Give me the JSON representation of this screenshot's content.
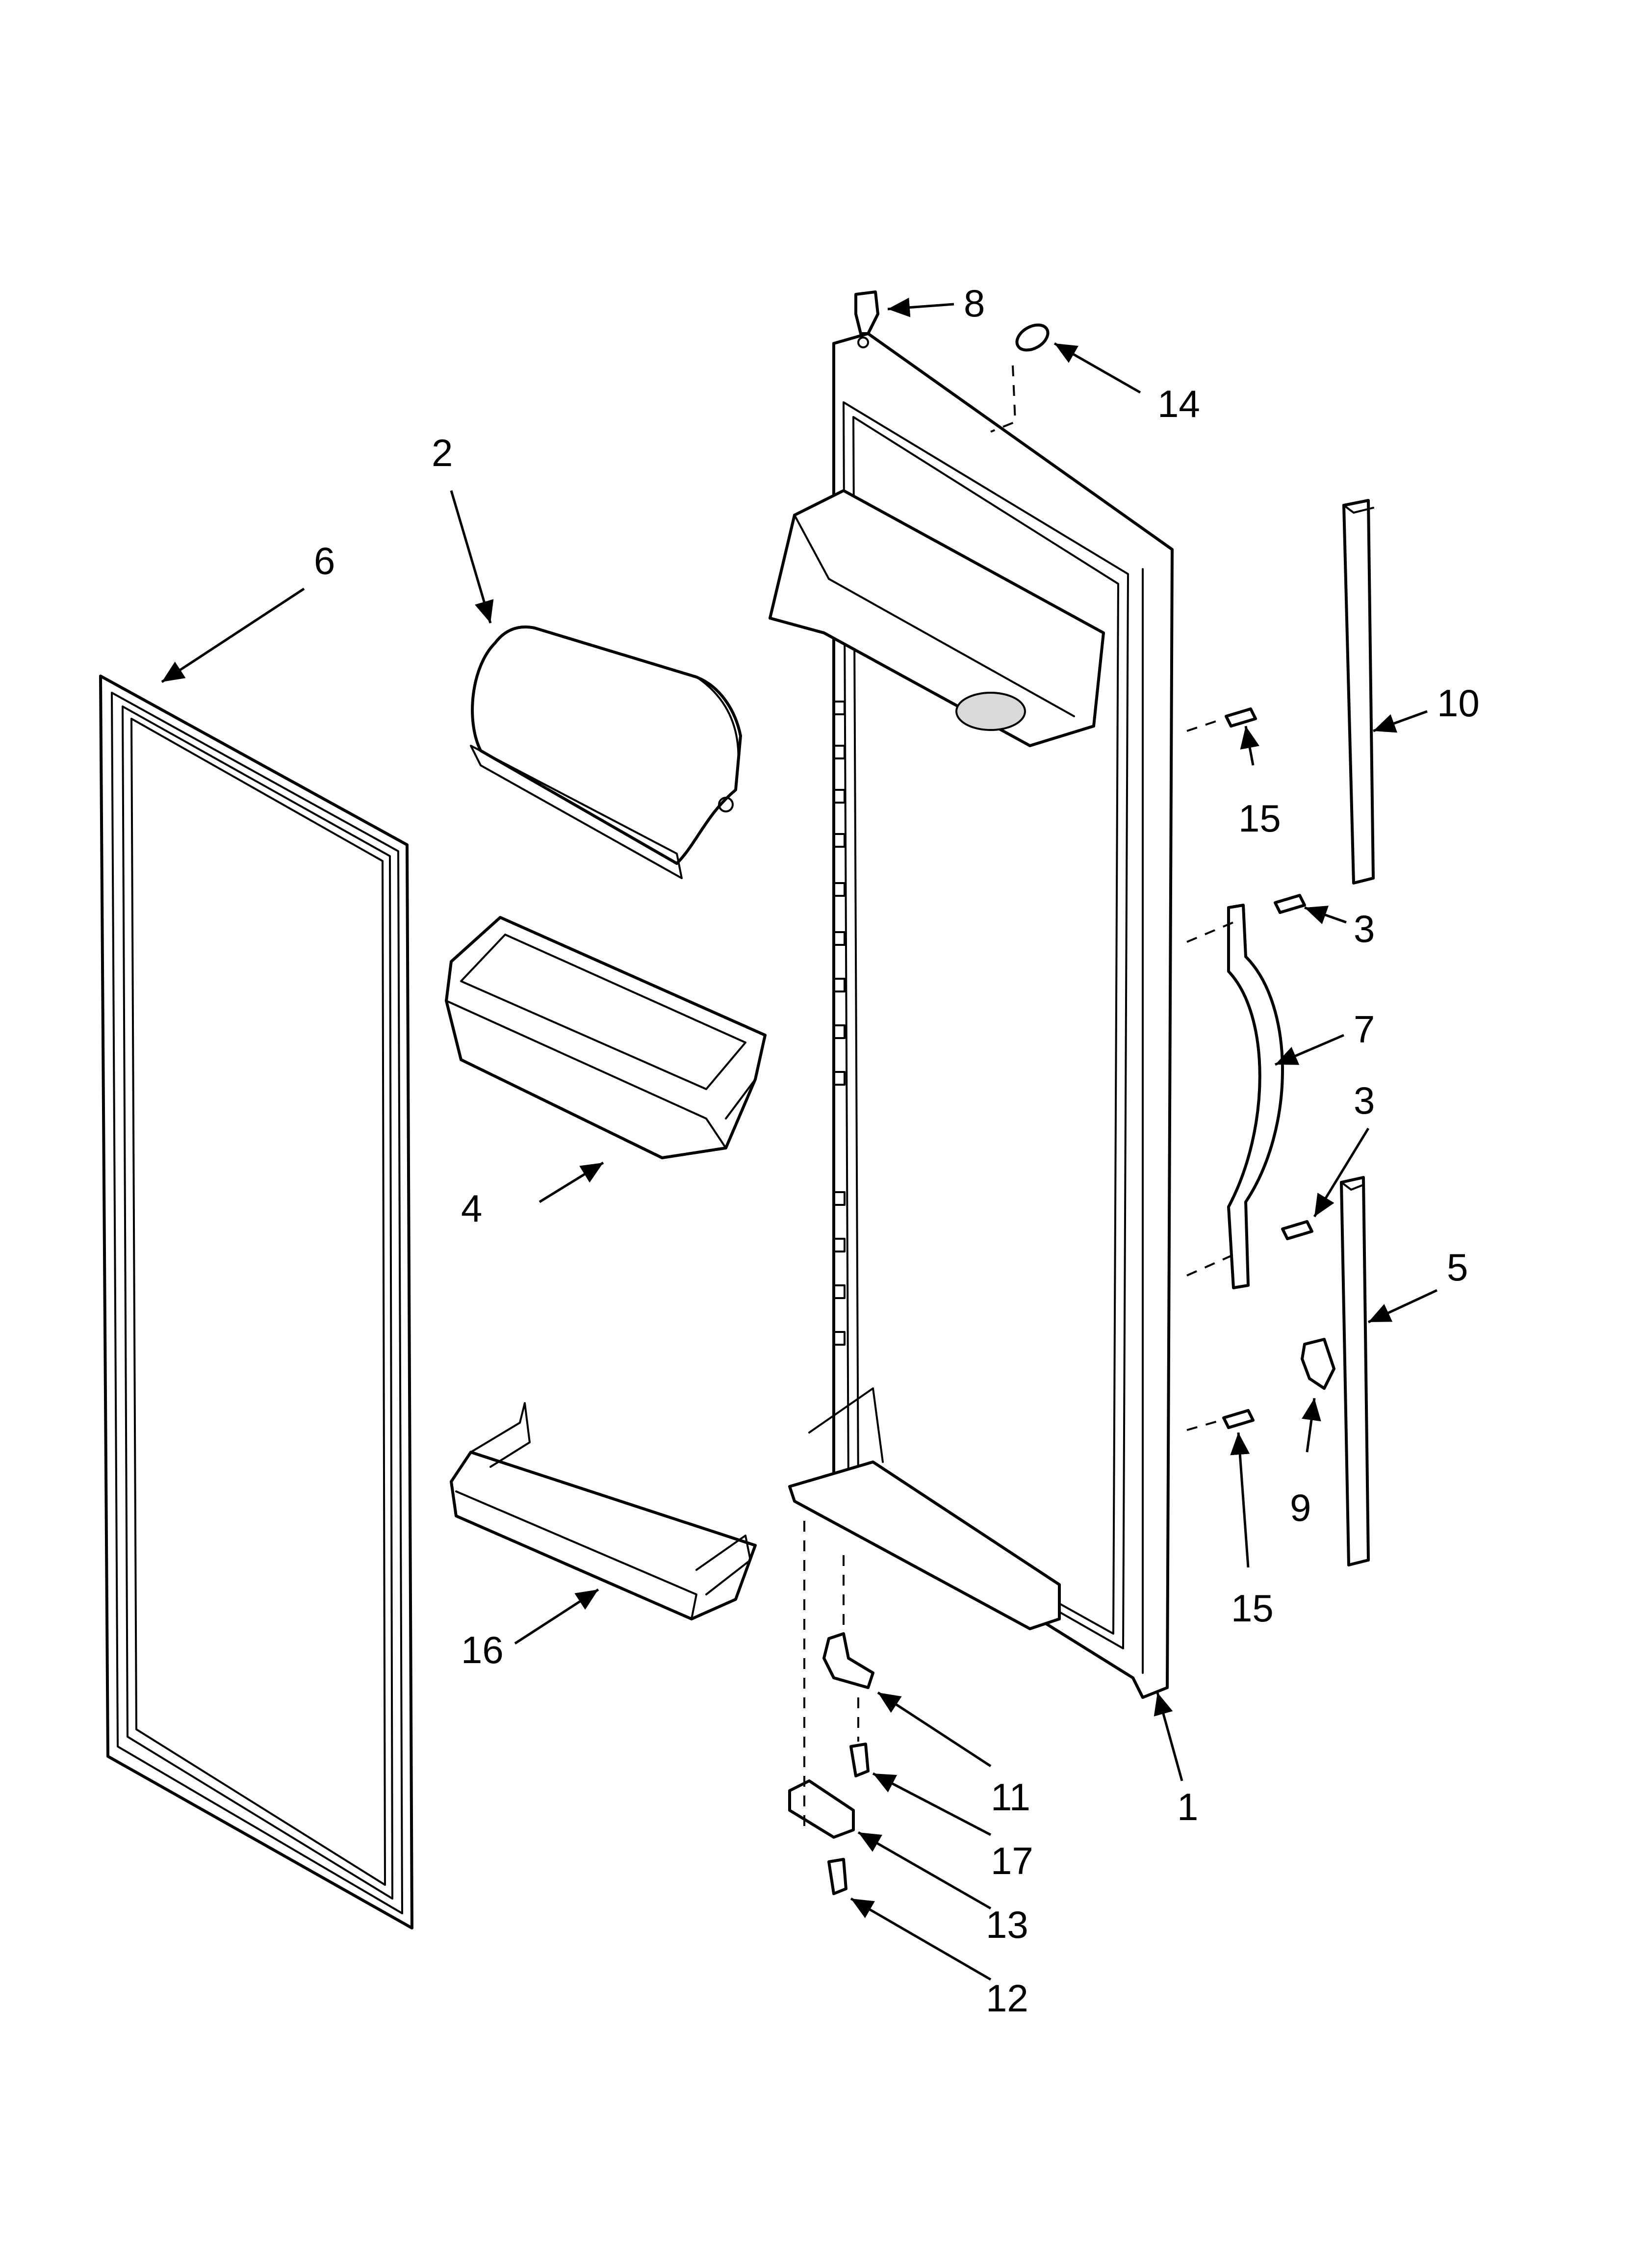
{
  "diagram": {
    "callouts": [
      {
        "id": "c1",
        "label": "1"
      },
      {
        "id": "c2",
        "label": "2"
      },
      {
        "id": "c3a",
        "label": "3"
      },
      {
        "id": "c3b",
        "label": "3"
      },
      {
        "id": "c4",
        "label": "4"
      },
      {
        "id": "c5",
        "label": "5"
      },
      {
        "id": "c6",
        "label": "6"
      },
      {
        "id": "c7",
        "label": "7"
      },
      {
        "id": "c8",
        "label": "8"
      },
      {
        "id": "c9",
        "label": "9"
      },
      {
        "id": "c10",
        "label": "10"
      },
      {
        "id": "c11",
        "label": "11"
      },
      {
        "id": "c12",
        "label": "12"
      },
      {
        "id": "c13",
        "label": "13"
      },
      {
        "id": "c14",
        "label": "14"
      },
      {
        "id": "c15a",
        "label": "15"
      },
      {
        "id": "c15b",
        "label": "15"
      },
      {
        "id": "c16",
        "label": "16"
      },
      {
        "id": "c17",
        "label": "17"
      }
    ]
  }
}
